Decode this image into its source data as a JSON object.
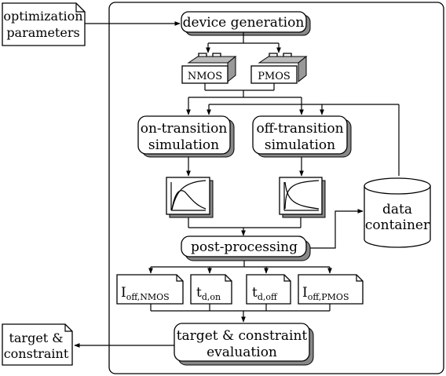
{
  "inputs": {
    "optimization": {
      "line1": "optimization",
      "line2": "parameters"
    },
    "target": {
      "line1": "target &",
      "line2": "constraint"
    }
  },
  "steps": {
    "device_generation": "device generation",
    "nmos": "NMOS",
    "pmos": "PMOS",
    "on_transition": {
      "line1": "on-transition",
      "line2": "simulation"
    },
    "off_transition": {
      "line1": "off-transition",
      "line2": "simulation"
    },
    "post_processing": "post-processing",
    "evaluation": {
      "line1": "target & constraint",
      "line2": "evaluation"
    }
  },
  "data_container": {
    "line1": "data",
    "line2": "container"
  },
  "outputs": {
    "ioff_nmos": {
      "main": "I",
      "sub": "off,NMOS"
    },
    "td_on": {
      "main": "t",
      "sub": "d,on"
    },
    "td_off": {
      "main": "t",
      "sub": "d,off"
    },
    "ioff_pmos": {
      "main": "I",
      "sub": "off,PMOS"
    }
  }
}
